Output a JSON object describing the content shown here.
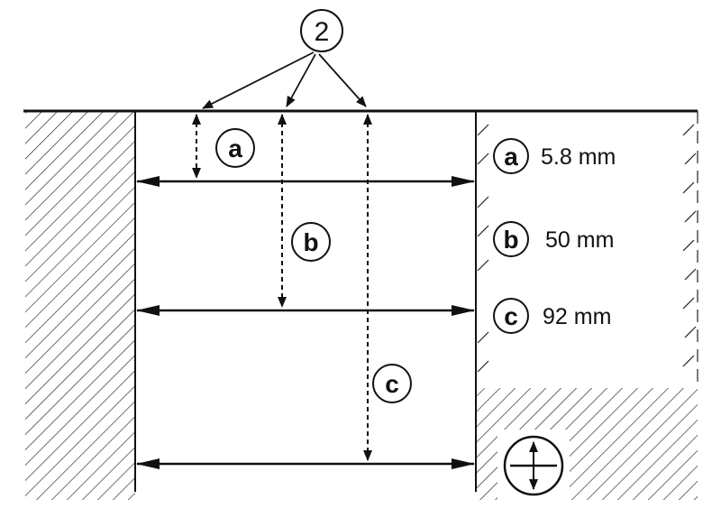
{
  "callout": {
    "number": "2"
  },
  "dimensions": [
    {
      "letter": "a",
      "value": "5.8 mm"
    },
    {
      "letter": "b",
      "value": "50 mm"
    },
    {
      "letter": "c",
      "value": "92 mm"
    }
  ],
  "symbol": {
    "name": "measure-symbol"
  }
}
